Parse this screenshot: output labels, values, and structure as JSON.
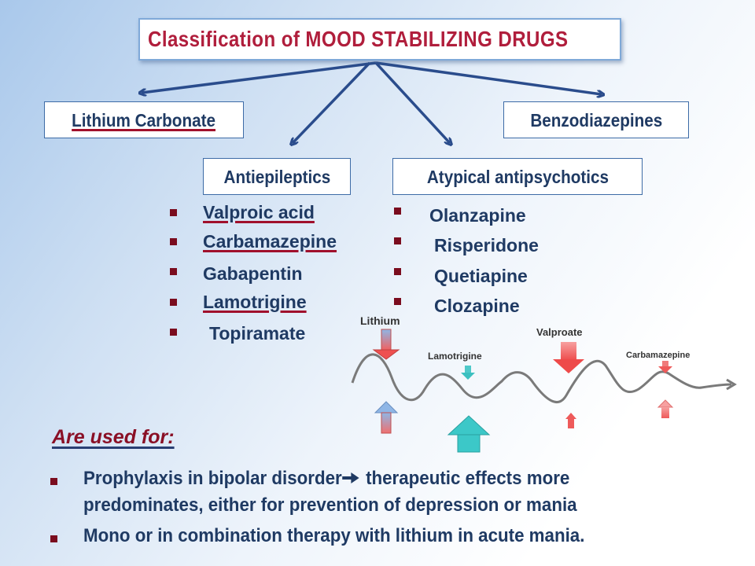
{
  "title": "Classification  of MOOD STABILIZING DRUGS",
  "categories": {
    "lithium": "Lithium Carbonate",
    "benzo": "Benzodiazepines",
    "antiepileptics": "Antiepileptics",
    "atypical": "Atypical antipsychotics"
  },
  "antiepileptic_drugs": [
    "Valproic acid",
    "Carbamazepine",
    "Gabapentin",
    "Lamotrigine",
    "Topiramate"
  ],
  "atypical_drugs": [
    "Olanzapine",
    "Risperidone",
    "Quetiapine",
    "Clozapine"
  ],
  "mood_figure": {
    "labels": [
      "Lithium",
      "Lamotrigine",
      "Valproate",
      "Carbamazepine"
    ]
  },
  "used_for": {
    "heading": "Are used for:",
    "bullets": [
      {
        "line1_before": "Prophylaxis in bipolar disorder",
        "line1_after": " therapeutic effects more",
        "line2": "predominates,  either for prevention of depression or mania"
      },
      {
        "line1": "Mono or in combination therapy with lithium in acute mania."
      }
    ]
  },
  "colors": {
    "title_red": "#b01e3c",
    "text_navy": "#1f3a63",
    "bullet_maroon": "#7a0c1e",
    "arrow_blue": "#2a4c8c",
    "down_arrow_red": "#f05a5a",
    "up_arrow_teal": "#3cc8c8"
  }
}
